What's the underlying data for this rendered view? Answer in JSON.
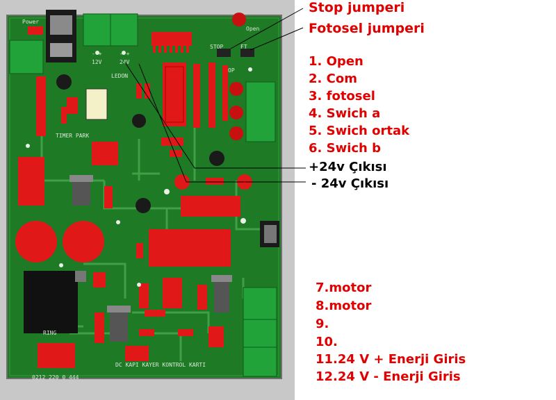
{
  "annotations": {
    "stop_jumper": "Stop jumperi",
    "photocell_jumper": "Fotosel jumperi",
    "terminals_top": [
      "1. Open",
      "2. Com",
      "3. fotosel",
      "4. Swich a",
      "5. Swich ortak",
      "6. Swich b"
    ],
    "output_plus": "+24v Çıkısı",
    "output_minus": "- 24v Çıkısı",
    "terminals_bottom": [
      "7.motor",
      "8.motor",
      "9.",
      "10.",
      "11.24 V + Enerji Giris",
      "12.24 V  -  Enerji Giris"
    ]
  },
  "board_silkscreen": {
    "power": "Power",
    "open": "Open",
    "stop": "STOP",
    "ft": "FT",
    "op": "OP",
    "v12": "12V",
    "v24": "24V",
    "minus_plus_a": "-  +",
    "minus_plus_b": "-  +",
    "ledon": "LEDON",
    "timer_park": "TIMER PARK",
    "board_title": "DC KAPI KAYER KONTROL KARTI",
    "board_code": "0212 220 0 444",
    "ring": "RING"
  },
  "colors": {
    "board": "#1f7a26",
    "component": "#e01818",
    "annotation": "#e00000"
  }
}
